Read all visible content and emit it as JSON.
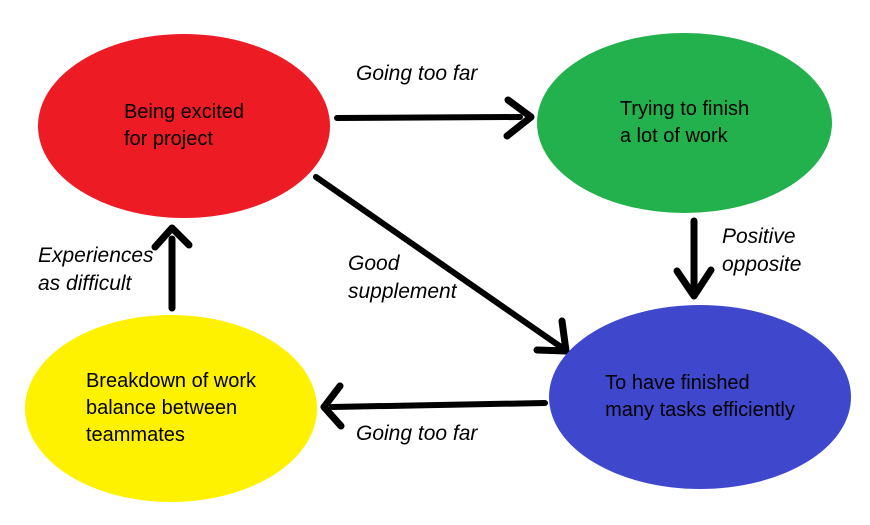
{
  "diagram": {
    "background": "#FFFFFF",
    "text_color": "#000000",
    "arrow_color": "#000000"
  },
  "nodes": {
    "red": {
      "color": "#ED1C24",
      "text": "Being excited for project",
      "lines": [
        "Being excited",
        "for project"
      ]
    },
    "green": {
      "color": "#22B14C",
      "text": "Trying to finish a lot of work",
      "lines": [
        "Trying to finish",
        "a lot of work"
      ]
    },
    "blue": {
      "color": "#3F48CC",
      "text": "To have finished many tasks efficiently",
      "lines": [
        "To have finished",
        "many tasks efficiently"
      ]
    },
    "yellow": {
      "color": "#FFF200",
      "text": "Breakdown of work balance between teammates",
      "lines": [
        "Breakdown of work",
        "balance between",
        "teammates"
      ]
    }
  },
  "edges": {
    "red_to_green": {
      "from": "Being excited for project",
      "to": "Trying to finish a lot of work",
      "label": "Going too far",
      "label_lines": [
        "Going too far"
      ]
    },
    "green_to_blue": {
      "from": "Trying to finish a lot of work",
      "to": "To have finished many tasks efficiently",
      "label": "Positive opposite",
      "label_lines": [
        "Positive",
        "opposite"
      ]
    },
    "red_to_blue": {
      "from": "Being excited for project",
      "to": "To have finished many tasks efficiently",
      "label": "Good supplement",
      "label_lines": [
        "Good",
        "supplement"
      ]
    },
    "blue_to_yellow": {
      "from": "To have finished many tasks efficiently",
      "to": "Breakdown of work balance between teammates",
      "label": "Going too far",
      "label_lines": [
        "Going too far"
      ]
    },
    "yellow_to_red": {
      "from": "Breakdown of work balance between teammates",
      "to": "Being excited for project",
      "label": "Experiences as difficult",
      "label_lines": [
        "Experiences",
        "as difficult"
      ]
    }
  }
}
